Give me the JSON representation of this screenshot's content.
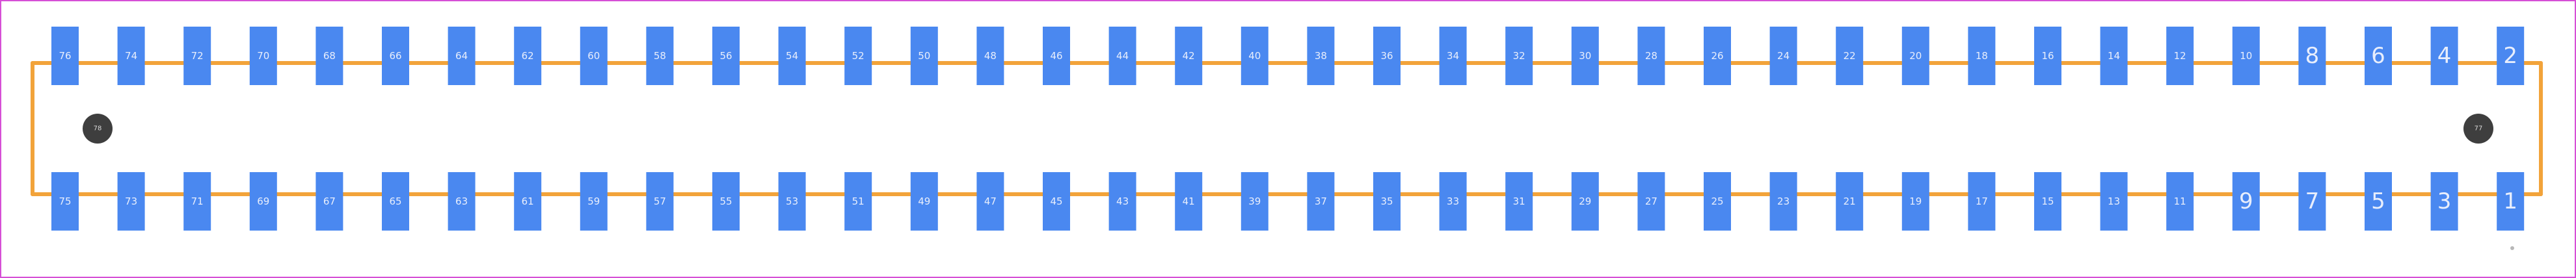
{
  "colors": {
    "border": "#d64fd6",
    "outline": "#f2a33a",
    "pad": "#4a88f0",
    "pad_label": "#e8eefc",
    "hole": "#3e3e3e",
    "marker": "#b8b8b8",
    "background": "#ffffff"
  },
  "top_row": [
    "76",
    "74",
    "72",
    "70",
    "68",
    "66",
    "64",
    "62",
    "60",
    "58",
    "56",
    "54",
    "52",
    "50",
    "48",
    "46",
    "44",
    "42",
    "40",
    "38",
    "36",
    "34",
    "32",
    "30",
    "28",
    "26",
    "24",
    "22",
    "20",
    "18",
    "16",
    "14",
    "12",
    "10",
    "8",
    "6",
    "4",
    "2"
  ],
  "bottom_row": [
    "75",
    "73",
    "71",
    "69",
    "67",
    "65",
    "63",
    "61",
    "59",
    "57",
    "55",
    "53",
    "51",
    "49",
    "47",
    "45",
    "43",
    "41",
    "39",
    "37",
    "35",
    "33",
    "31",
    "29",
    "27",
    "25",
    "23",
    "21",
    "19",
    "17",
    "15",
    "13",
    "11",
    "9",
    "7",
    "5",
    "3",
    "1"
  ],
  "mounting_holes": [
    {
      "label": "78",
      "side": "left"
    },
    {
      "label": "77",
      "side": "right"
    }
  ]
}
